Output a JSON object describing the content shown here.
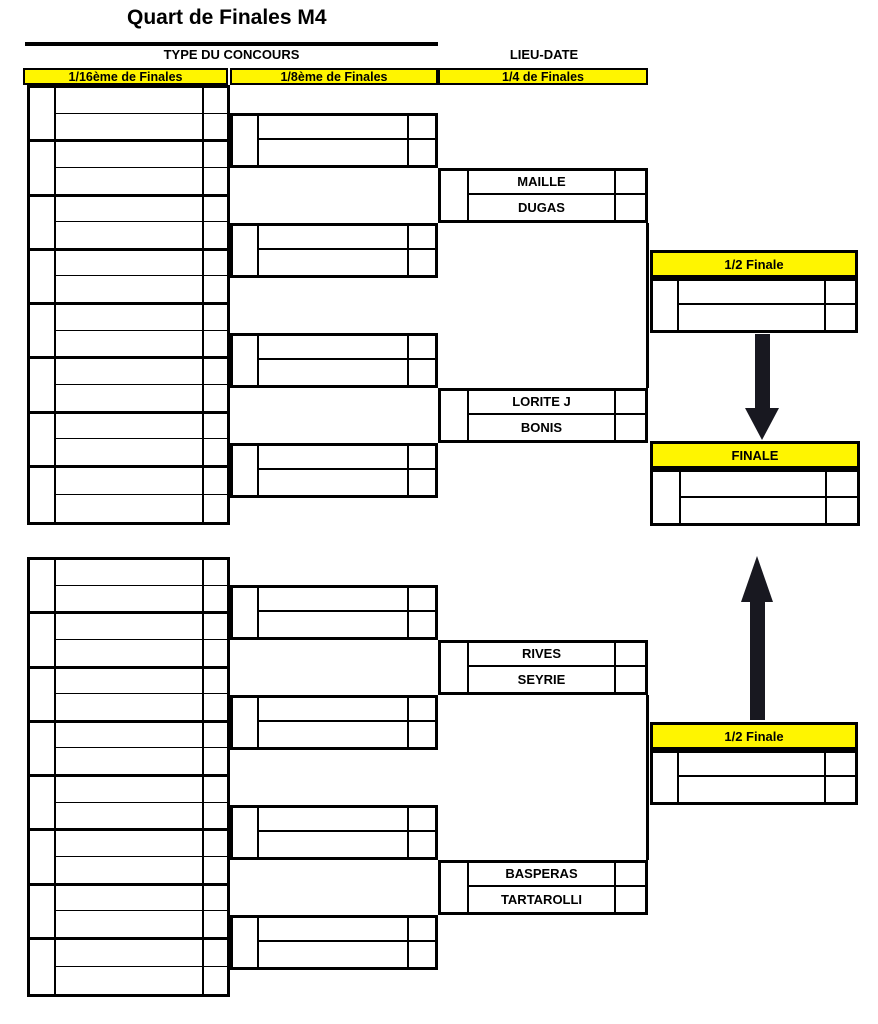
{
  "title": "Quart de Finales M4",
  "section_headers": {
    "type_du_concours": "TYPE DU CONCOURS",
    "lieu_date": "LIEU-DATE"
  },
  "round_headers": {
    "r16th": "1/16ème de Finales",
    "r8th": "1/8ème de Finales",
    "quarter": "1/4 de Finales",
    "semi": "1/2 Finale",
    "final": "FINALE"
  },
  "colors": {
    "highlight": "#FFF500",
    "line": "#000000",
    "arrow": "#181820"
  },
  "quarter_finals": [
    {
      "bracket": "upper",
      "player1": "MAILLE",
      "player2": "DUGAS"
    },
    {
      "bracket": "upper",
      "player1": "LORITE J",
      "player2": "BONIS"
    },
    {
      "bracket": "lower",
      "player1": "RIVES",
      "player2": "SEYRIE"
    },
    {
      "bracket": "lower",
      "player1": "BASPERAS",
      "player2": "TARTAROLLI"
    }
  ],
  "semi_finals": [
    {
      "bracket": "upper",
      "player1": "",
      "player2": ""
    },
    {
      "bracket": "lower",
      "player1": "",
      "player2": ""
    }
  ],
  "final_match": {
    "player1": "",
    "player2": ""
  }
}
